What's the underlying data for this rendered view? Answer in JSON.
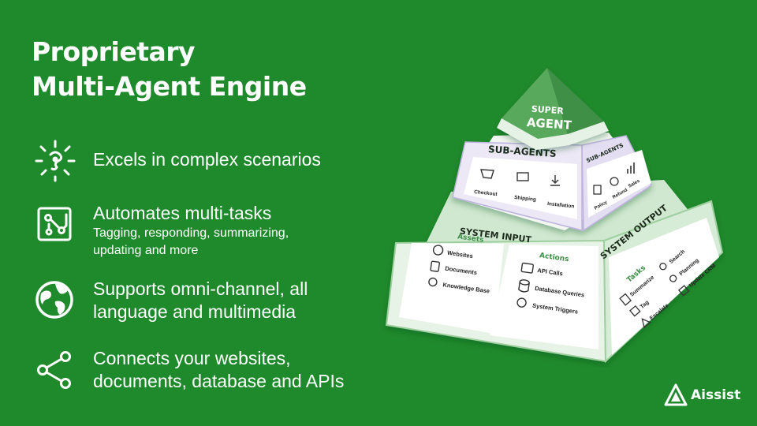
{
  "title": {
    "line1": "Proprietary",
    "line2": "Multi-Agent Engine"
  },
  "features": [
    {
      "icon": "sparkle-brain-icon",
      "main": "Excels in complex scenarios",
      "sub": ""
    },
    {
      "icon": "circuit-board-icon",
      "main": "Automates multi-tasks",
      "sub1": "Tagging, responding, summarizing,",
      "sub2": "updating and more"
    },
    {
      "icon": "globe-icon",
      "main1": "Supports omni-channel, all",
      "main2": "language and multimedia"
    },
    {
      "icon": "share-nodes-icon",
      "main1": "Connects your websites,",
      "main2": "documents, database and APIs"
    }
  ],
  "pyramid": {
    "super_agent": {
      "line1": "SUPER",
      "line2": "AGENT"
    },
    "sub_agents": {
      "title": "SUB-AGENTS",
      "front_items": [
        "Checkout",
        "Shipping",
        "Installation"
      ],
      "side_title": "SUB-AGENTS",
      "side_items": [
        "Policy",
        "Refund",
        "Sales"
      ]
    },
    "system_input": {
      "title": "SYSTEM INPUT",
      "assets_title": "Assets",
      "assets": [
        "Websites",
        "Documents",
        "Knowledge Base"
      ],
      "actions_title": "Actions",
      "actions": [
        "API Calls",
        "Database Queries",
        "System Triggers"
      ]
    },
    "system_output": {
      "title": "SYSTEM OUTPUT",
      "tasks_title": "Tasks",
      "tasks_col1": [
        "Summarize",
        "Tag",
        "Escalate"
      ],
      "tasks_col2": [
        "Search",
        "Planning",
        "Update CRM"
      ]
    }
  },
  "brand": {
    "name": "Aissist"
  },
  "colors": {
    "background": "#1f8a2c",
    "pyramid_green": "#58a95c",
    "pyramid_light": "#cfe8cf",
    "label_green": "#3c8f46"
  }
}
